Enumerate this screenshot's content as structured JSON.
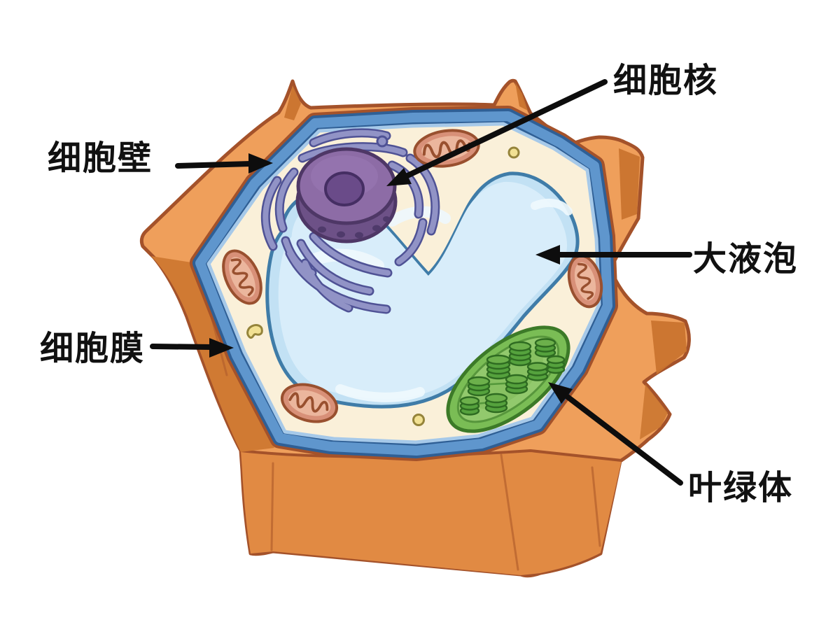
{
  "figure": {
    "type": "plant-cell-structure-diagram",
    "background": "#FFFFFF",
    "labels": [
      {
        "id": "nucleus",
        "text": "细胞核"
      },
      {
        "id": "cell-wall",
        "text": "细胞壁"
      },
      {
        "id": "vacuole",
        "text": "大液泡"
      },
      {
        "id": "cell-membrane",
        "text": "细胞膜"
      },
      {
        "id": "chloroplast",
        "text": "叶绿体"
      }
    ],
    "organelle_counts": {
      "nucleus": 1,
      "large_vacuole": 1,
      "chloroplast": 1,
      "mitochondria": 4,
      "peroxisome_vesicles": 3
    },
    "colors": {
      "wall": "#EF9F5B",
      "wall_outline": "#A4522A",
      "wall_front": "#E18A43",
      "wall_shade": "#D07A33",
      "wall_dark_face": "#C9742F",
      "membrane_dark": "#2F5F95",
      "membrane_mid": "#5F96CD",
      "membrane_light": "#A6C9E9",
      "cytoplasm": "#FAF0D9",
      "vacuole_fill": "#C2E1F4",
      "vacuole_inner": "#D8EDFA",
      "vacuole_outline": "#3F7CA8",
      "vacuole_highlight": "#EFF8FD",
      "nucleus_body": "#8D6CA6",
      "nucleus_rim": "#6D5187",
      "nucleus_outline": "#4E3766",
      "nucleolus": "#6A4B89",
      "er": "#9193C6",
      "er_outline": "#4F5295",
      "mitochondrion_fill": "#D89078",
      "mitochondrion_inner": "#EBB69D",
      "mitochondrion_outline": "#99502F",
      "chloroplast_outer": "#7ABD55",
      "chloroplast_inner": "#92C96D",
      "chloroplast_outline": "#3C7A28",
      "granum": "#55A23D",
      "granum_top": "#6CB04B",
      "granum_outline": "#2E6B21",
      "peroxisome": "#F2E193",
      "peroxisome_outline": "#95843B",
      "label_text": "#111111",
      "arrow": "#0D0D0D"
    }
  }
}
